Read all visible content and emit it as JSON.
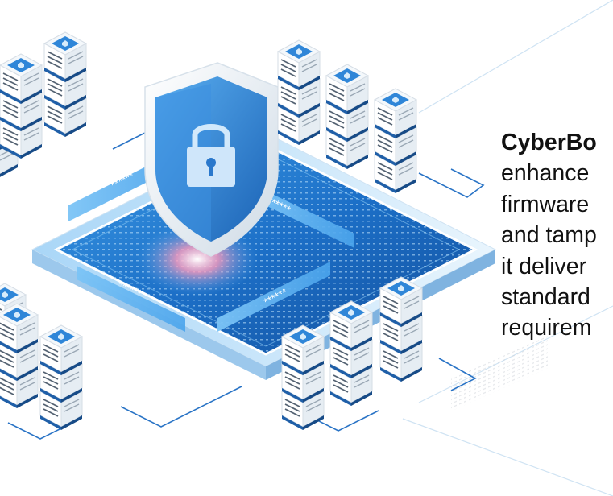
{
  "illustration": {
    "shield_icon": "shield-lock-icon",
    "server_icon": "server-rack-icon",
    "password_mask": "******",
    "colors": {
      "primary_blue": "#1f6fc2",
      "light_blue": "#5fb0ef",
      "pale_blue": "#cfe7f9",
      "glow": "#ff8ab0"
    }
  },
  "copy": {
    "line1": "CyberBo",
    "line2": "enhance",
    "line3": "firmware",
    "line4": "and tamp",
    "line5": "it deliver",
    "line6": "standard",
    "line7": "requirem"
  }
}
